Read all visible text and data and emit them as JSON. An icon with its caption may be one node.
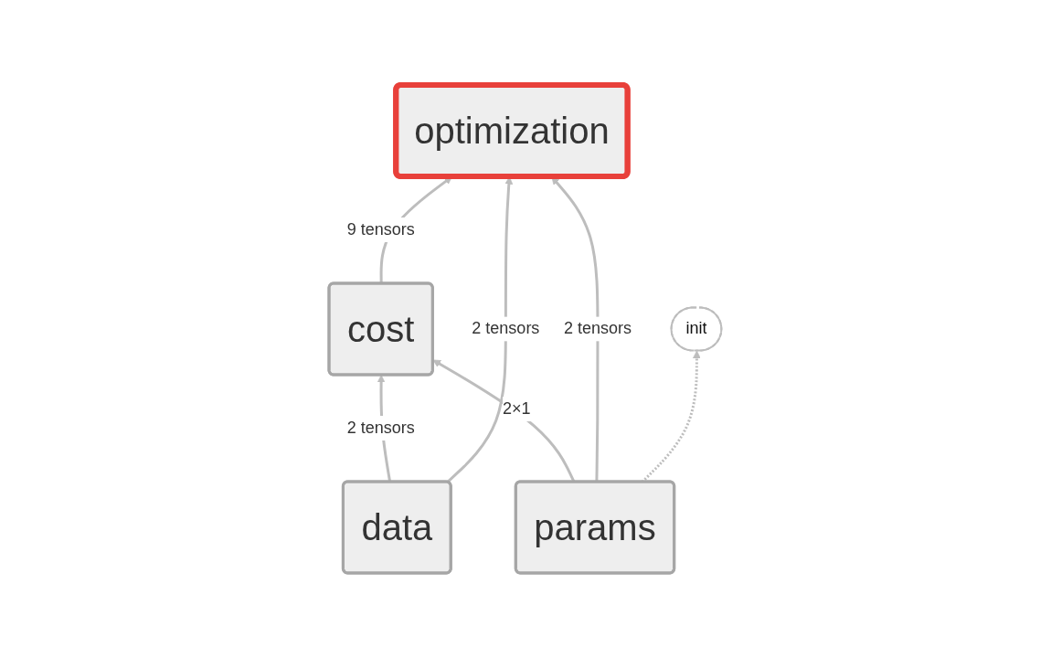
{
  "diagram": {
    "nodes": [
      {
        "text": [
          "optimization"
        ]
      },
      {
        "text": [
          "cost"
        ]
      },
      {
        "text": [
          "data"
        ]
      },
      {
        "text": [
          "params"
        ]
      },
      {
        "text": [
          "init"
        ]
      }
    ],
    "edges": [
      {
        "from": 1,
        "to": 0,
        "arrow": "to",
        "label": "9 tensors"
      },
      {
        "from": 2,
        "to": 1,
        "arrow": "to",
        "label": "2 tensors"
      },
      {
        "from": 2,
        "to": 0,
        "arrow": "to",
        "label": "2 tensors"
      },
      {
        "from": 3,
        "to": 1,
        "arrow": "to",
        "label": "2×1"
      },
      {
        "from": 3,
        "to": 0,
        "arrow": "to",
        "label": "2 tensors"
      },
      {
        "from": 3,
        "to": 4,
        "arrow": "to",
        "style": "dashed"
      }
    ]
  }
}
